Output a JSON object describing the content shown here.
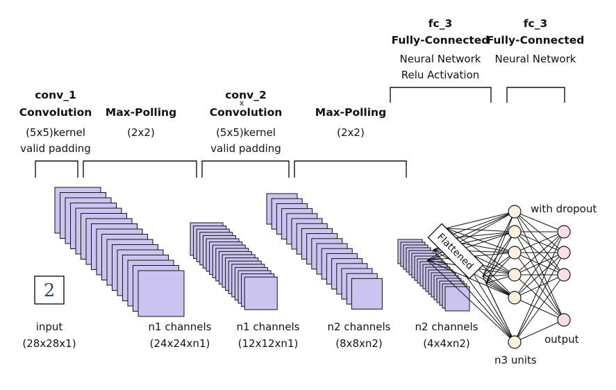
{
  "stages": {
    "conv1": {
      "name": "conv_1",
      "type": "Convolution",
      "details": [
        "(5x5)kernel",
        "valid padding"
      ]
    },
    "pool1": {
      "type": "Max-Polling",
      "details": [
        "(2x2)"
      ]
    },
    "conv2": {
      "name": "conv_2",
      "type": "Convolution",
      "details": [
        "(5x5)kernel",
        "valid padding"
      ]
    },
    "pool2": {
      "type": "Max-Polling",
      "details": [
        "(2x2)"
      ]
    },
    "fc1": {
      "name": "fc_3",
      "type": "Fully-Connected",
      "details": [
        "Neural Network",
        "Relu Activation"
      ]
    },
    "fc2": {
      "name": "fc_3",
      "type": "Fully-Connected",
      "details": [
        "Neural Network"
      ]
    }
  },
  "layers": {
    "input": {
      "name": "input",
      "shape": "(28x28x1)",
      "digit": "2"
    },
    "conv1_out": {
      "name": "n1 channels",
      "shape": "(24x24xn1)"
    },
    "pool1_out": {
      "name": "n1 channels",
      "shape": "(12x12xn1)"
    },
    "conv2_out": {
      "name": "n2 channels",
      "shape": "(8x8xn2)"
    },
    "pool2_out": {
      "name": "n2 channels",
      "shape": "(4x4xn2)"
    }
  },
  "flatten_label": "Flattened",
  "dense": {
    "hidden_label": "n3 units",
    "dropout_label": "with dropout",
    "output_label": "output",
    "hidden_units": 6,
    "output_units": 4
  },
  "stray_mark": "x",
  "colors": {
    "feature_map": "#cbc3f0",
    "hidden_node": "#fdf0dc",
    "output_node": "#fcdde6"
  }
}
